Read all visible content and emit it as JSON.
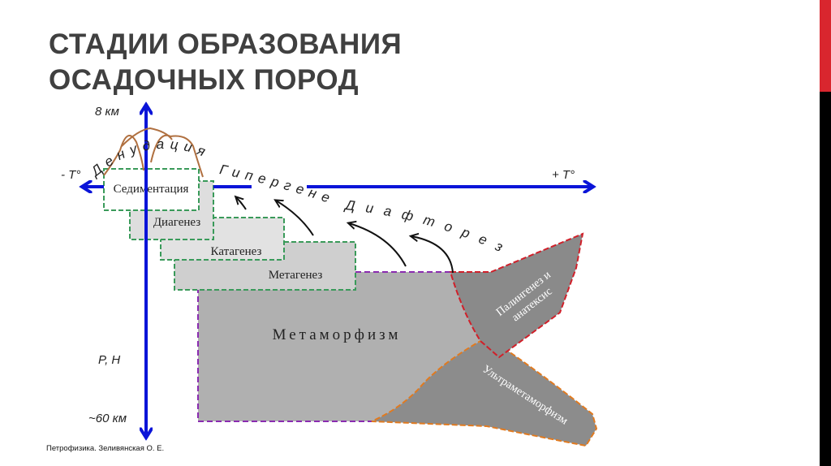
{
  "slide": {
    "title_line1": "СТАДИИ ОБРАЗОВАНИЯ",
    "title_line2": "ОСАДОЧНЫХ ПОРОД",
    "footer": "Петрофизика. Зеливянская О. Е."
  },
  "diagram": {
    "axis_top_label": "8 км",
    "axis_bottom_label": "~60 км",
    "axis_pressure_label": "P, H",
    "axis_left_label": "- T°",
    "axis_right_label": "+ T°",
    "stages": [
      "Седиментация",
      "Диагенез",
      "Катагенез",
      "Метагенез"
    ],
    "metamorphism": "Метаморфизм",
    "palingenesis_line1": "Палингенез и",
    "palingenesis_line2": "анатексис",
    "ultrametamorphism": "Ультраметаморфизм",
    "denudation": "Денудация",
    "hypergenesis": "Гипергенез",
    "diaphthoresis": "Диафторез"
  },
  "colors": {
    "axis": "#0a14d8",
    "stage_border": "#3a9a5a",
    "metamorphism_border": "#8a2cb0",
    "palingenesis_border": "#d0202a",
    "ultra_border": "#e07a20",
    "accent_red": "#d9262e"
  }
}
